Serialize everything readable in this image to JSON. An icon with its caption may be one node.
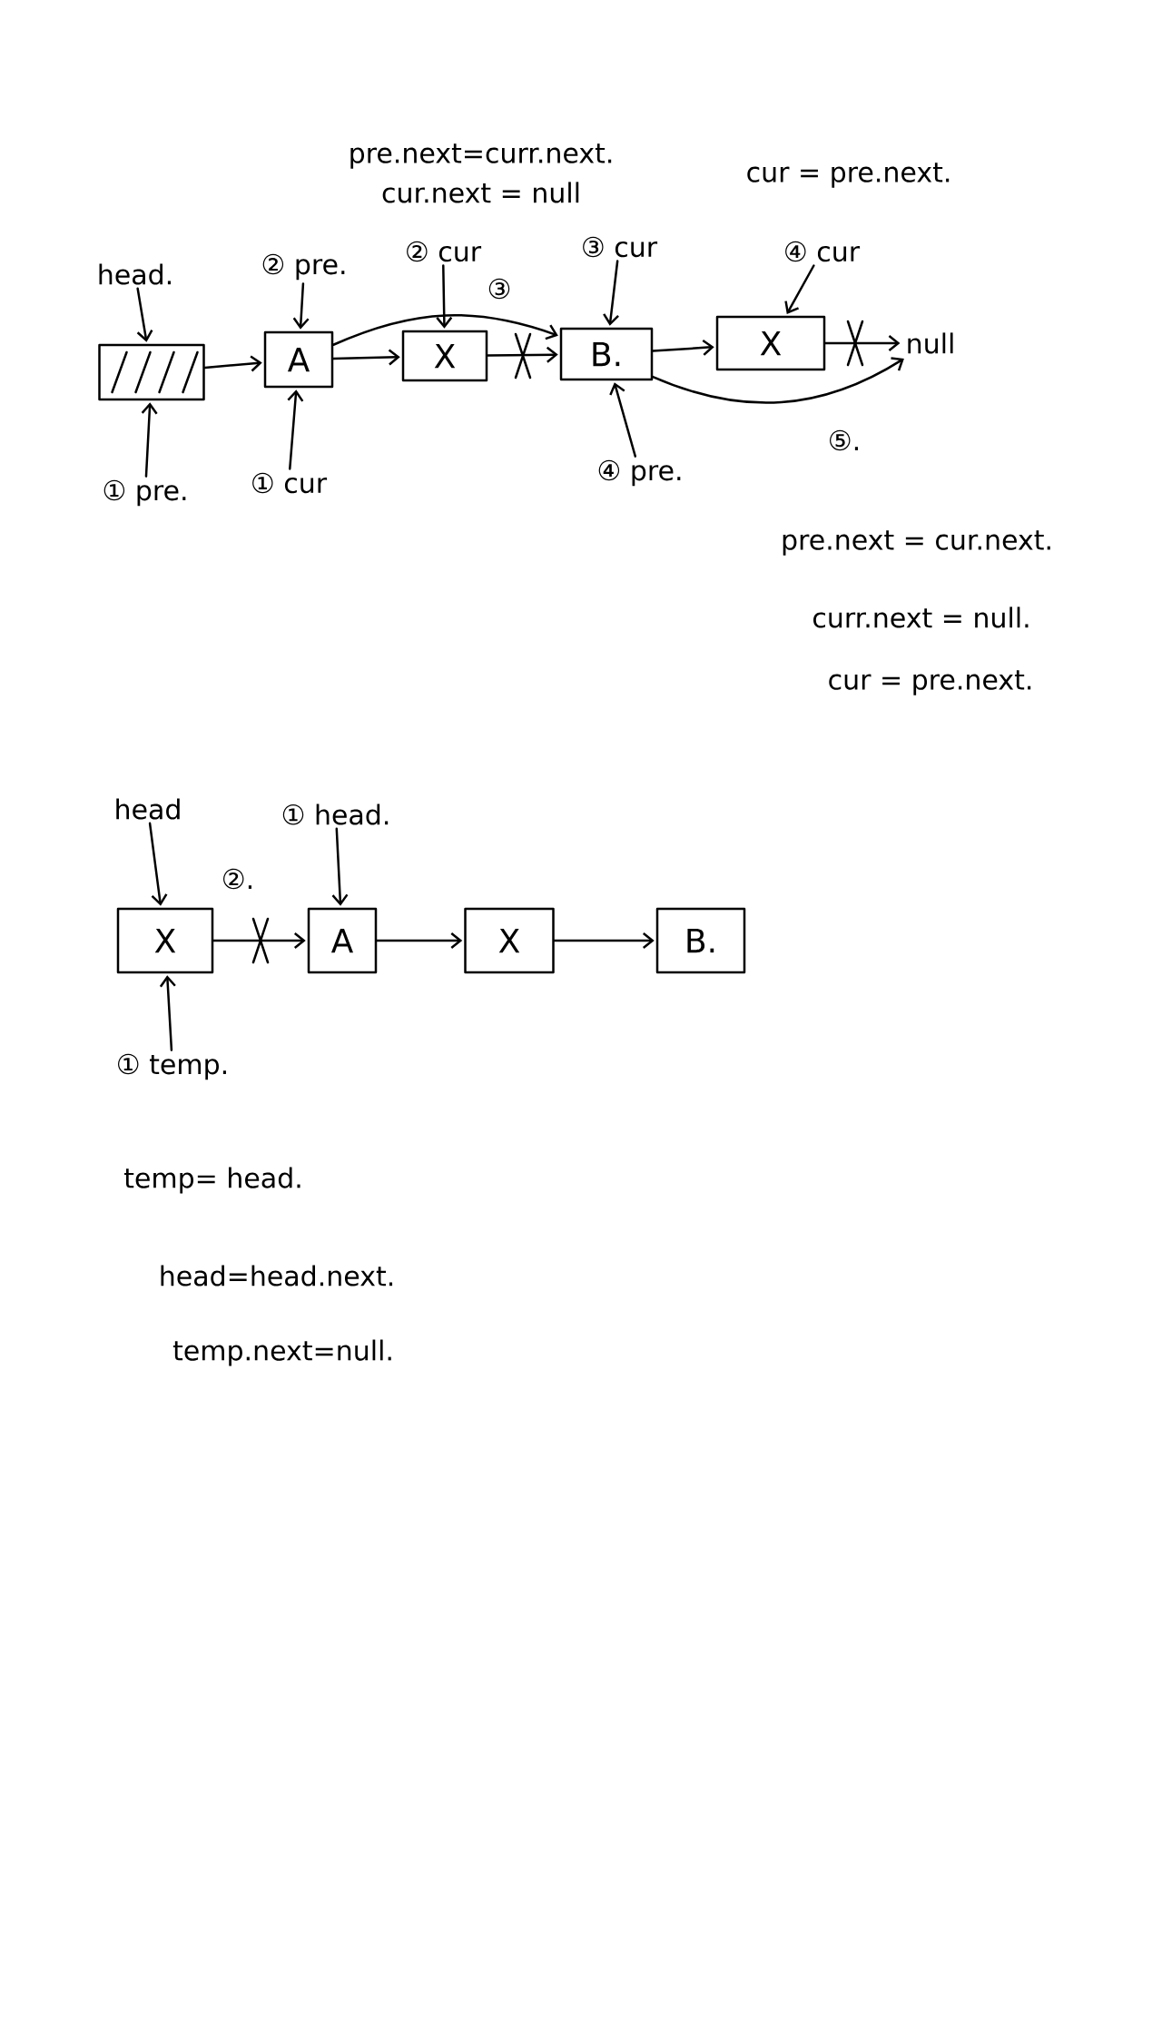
{
  "diagram": {
    "nodes": [
      {
        "text": [
          "head."
        ]
      },
      {
        "text": [
          "② pre."
        ]
      },
      {
        "text": [
          "② cur"
        ]
      },
      {
        "text": [
          "③ cur"
        ]
      },
      {
        "text": [
          "④ cur"
        ]
      },
      {
        "text": [],
        "shape": "box"
      },
      {
        "text": [
          "A"
        ]
      },
      {
        "text": [
          "X"
        ]
      },
      {
        "text": [
          "B."
        ]
      },
      {
        "text": [
          "X"
        ]
      },
      {
        "text": [
          "null"
        ]
      },
      {
        "text": [
          "① pre."
        ]
      },
      {
        "text": [
          "① cur"
        ]
      },
      {
        "text": [
          "④ pre."
        ]
      },
      {
        "text": [
          "head"
        ]
      },
      {
        "text": [
          "① head."
        ]
      },
      {
        "text": [
          "X"
        ]
      },
      {
        "text": [
          "A"
        ]
      },
      {
        "text": [
          "X"
        ]
      },
      {
        "text": [
          "B."
        ]
      },
      {
        "text": [
          "① temp."
        ]
      }
    ],
    "edges": [
      {
        "from": 0,
        "to": 5,
        "arrow": "to"
      },
      {
        "from": 1,
        "to": 6,
        "arrow": "to"
      },
      {
        "from": 2,
        "to": 7,
        "arrow": "to"
      },
      {
        "from": 3,
        "to": 8,
        "arrow": "to"
      },
      {
        "from": 4,
        "to": 9,
        "arrow": "to"
      },
      {
        "from": 5,
        "to": 6,
        "arrow": "to"
      },
      {
        "from": 6,
        "to": 7,
        "arrow": "to"
      },
      {
        "from": 7,
        "to": 8,
        "arrow": "to"
      },
      {
        "from": 8,
        "to": 9,
        "arrow": "to"
      },
      {
        "from": 9,
        "to": 10,
        "arrow": "to"
      },
      {
        "from": 6,
        "to": 8,
        "arrow": "to",
        "label": "③"
      },
      {
        "from": 8,
        "to": 10,
        "arrow": "to",
        "label": "⑤."
      },
      {
        "from": 11,
        "to": 5,
        "arrow": "to"
      },
      {
        "from": 12,
        "to": 6,
        "arrow": "to"
      },
      {
        "from": 13,
        "to": 8,
        "arrow": "to"
      },
      {
        "from": 14,
        "to": 16,
        "arrow": "to"
      },
      {
        "from": 15,
        "to": 17,
        "arrow": "to"
      },
      {
        "from": 16,
        "to": 17,
        "arrow": "to",
        "label": "②."
      },
      {
        "from": 17,
        "to": 18,
        "arrow": "to"
      },
      {
        "from": 18,
        "to": 19,
        "arrow": "to"
      },
      {
        "from": 20,
        "to": 16,
        "arrow": "to"
      }
    ],
    "labels": [
      "pre.next=curr.next.",
      "cur.next = null",
      "cur = pre.next.",
      "pre.next = cur.next.",
      "curr.next = null.",
      "cur = pre.next.",
      "temp= head.",
      "head=head.next.",
      "temp.next=null."
    ]
  }
}
